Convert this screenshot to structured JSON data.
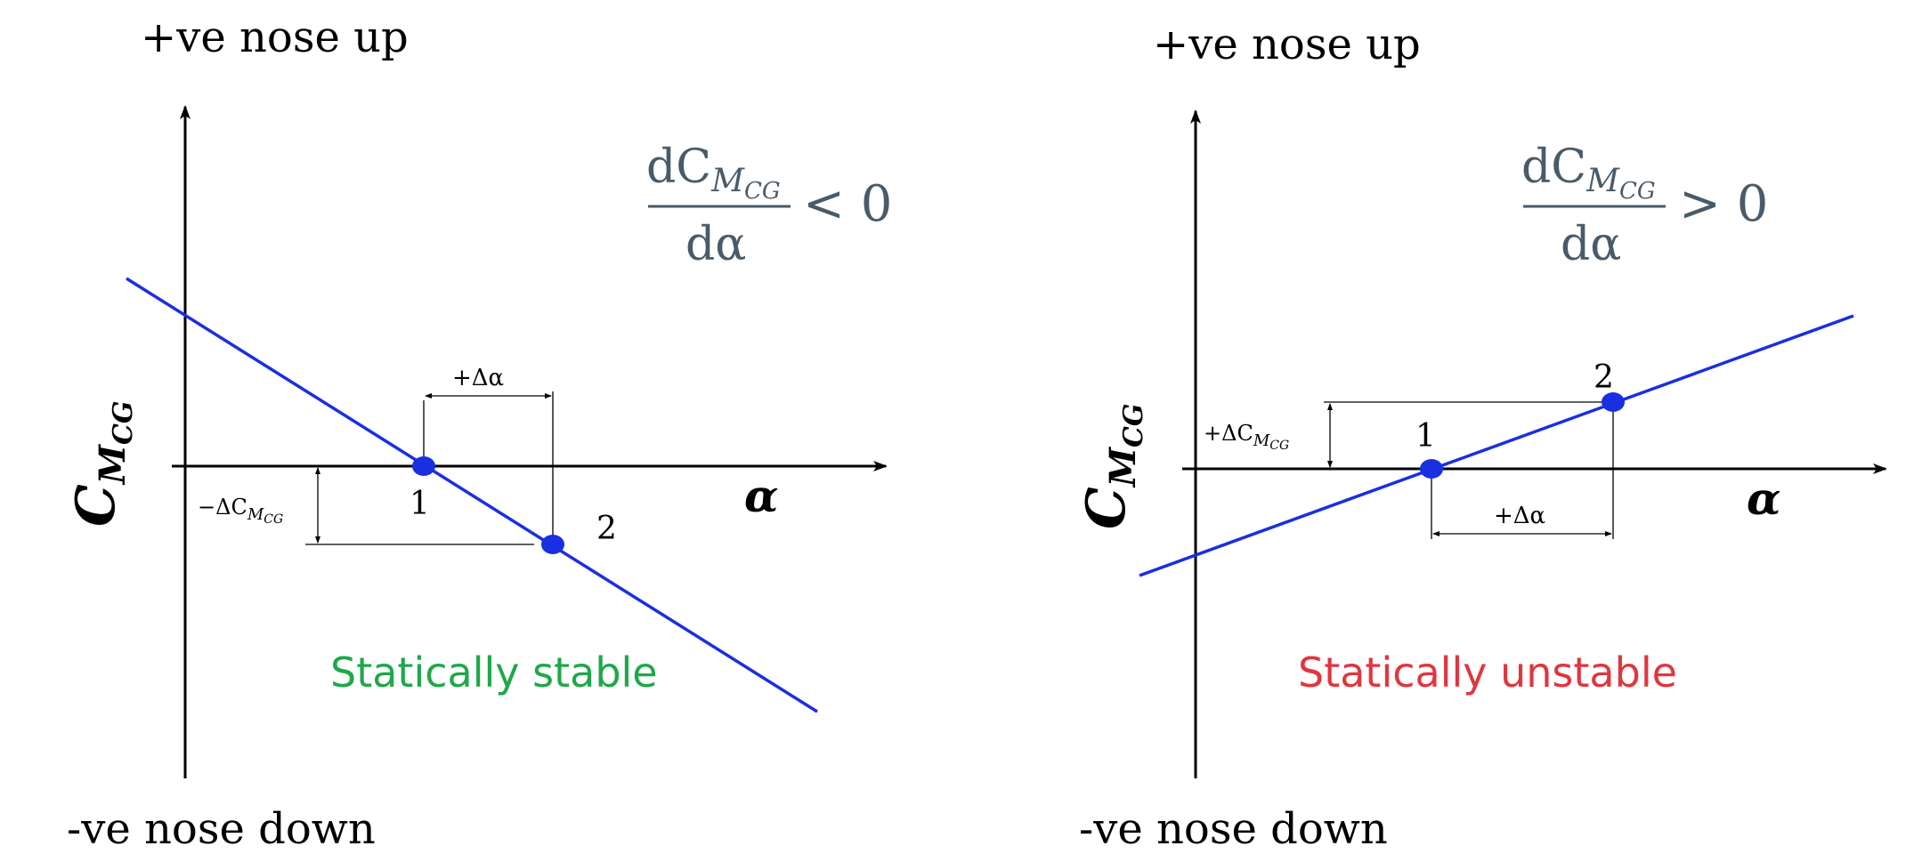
{
  "diagrams": [
    {
      "id": "stable",
      "top_label": "+ve nose up",
      "bottom_label": "-ve nose down",
      "ylabel": {
        "main": "C",
        "sub": "M",
        "subsub": "CG"
      },
      "xlabel": "α",
      "derivative": {
        "numerator": "dC",
        "num_sub": "M",
        "num_subsub": "CG",
        "denominator": "dα",
        "relation": "< 0"
      },
      "point_1_label": "1",
      "point_2_label": "2",
      "delta_alpha_label": "+Δα",
      "delta_cm_label": {
        "main": "−ΔC",
        "sub": "M",
        "subsub": "CG"
      },
      "caption": "Statically stable",
      "caption_color": "#1fa84a",
      "line_color": "#1a2fe0"
    },
    {
      "id": "unstable",
      "top_label": "+ve nose up",
      "bottom_label": "-ve nose down",
      "ylabel": {
        "main": "C",
        "sub": "M",
        "subsub": "CG"
      },
      "xlabel": "α",
      "derivative": {
        "numerator": "dC",
        "num_sub": "M",
        "num_subsub": "CG",
        "denominator": "dα",
        "relation": "> 0"
      },
      "point_1_label": "1",
      "point_2_label": "2",
      "delta_alpha_label": "+Δα",
      "delta_cm_label": {
        "main": "+ΔC",
        "sub": "M",
        "subsub": "CG"
      },
      "caption": "Statically unstable",
      "caption_color": "#e0363f",
      "line_color": "#1a2fe0"
    }
  ]
}
